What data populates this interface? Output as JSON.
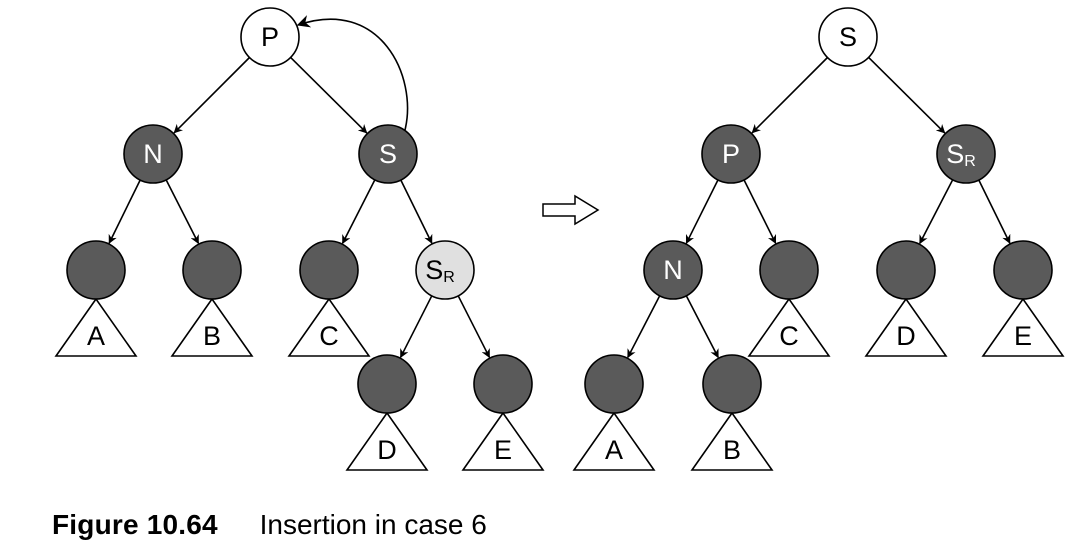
{
  "colors": {
    "filled_node": "#5a5a5a",
    "light_node": "#e0e0e0",
    "white_node": "#ffffff",
    "stroke": "#000000"
  },
  "caption": {
    "number": "Figure 10.64",
    "text": "Insertion in case 6"
  },
  "transition_arrow_icon": "hollow-right-arrow",
  "before_tree": {
    "nodes": [
      {
        "id": "P",
        "label": "P",
        "fill": "white"
      },
      {
        "id": "N",
        "label": "N",
        "fill": "dark"
      },
      {
        "id": "S",
        "label": "S",
        "fill": "dark"
      },
      {
        "id": "L1",
        "label": "",
        "fill": "dark"
      },
      {
        "id": "L2",
        "label": "",
        "fill": "dark"
      },
      {
        "id": "L3",
        "label": "",
        "fill": "dark"
      },
      {
        "id": "SR",
        "label": "S",
        "sub": "R",
        "fill": "light"
      },
      {
        "id": "L4",
        "label": "",
        "fill": "dark"
      },
      {
        "id": "L5",
        "label": "",
        "fill": "dark"
      }
    ],
    "subtrees": [
      "A",
      "B",
      "C",
      "D",
      "E"
    ],
    "rotation_arc": "S → P"
  },
  "after_tree": {
    "nodes": [
      {
        "id": "S",
        "label": "S",
        "fill": "white"
      },
      {
        "id": "P",
        "label": "P",
        "fill": "dark"
      },
      {
        "id": "SR",
        "label": "S",
        "sub": "R",
        "fill": "dark"
      },
      {
        "id": "N",
        "label": "N",
        "fill": "dark"
      },
      {
        "id": "L1",
        "label": "",
        "fill": "dark"
      },
      {
        "id": "L2",
        "label": "",
        "fill": "dark"
      },
      {
        "id": "L3",
        "label": "",
        "fill": "dark"
      },
      {
        "id": "L4",
        "label": "",
        "fill": "dark"
      },
      {
        "id": "L5",
        "label": "",
        "fill": "dark"
      }
    ],
    "subtrees": [
      "A",
      "B",
      "C",
      "D",
      "E"
    ]
  }
}
